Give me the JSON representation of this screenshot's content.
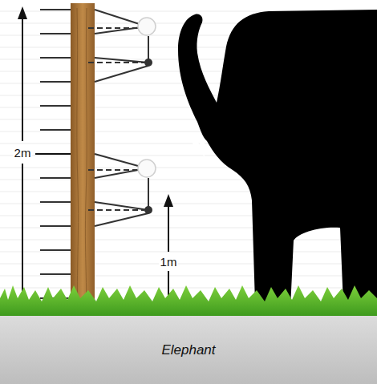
{
  "diagram": {
    "nodes": [
      {
        "text": [
          "Elephant"
        ]
      }
    ],
    "labels": [
      "2m",
      "1m"
    ]
  }
}
